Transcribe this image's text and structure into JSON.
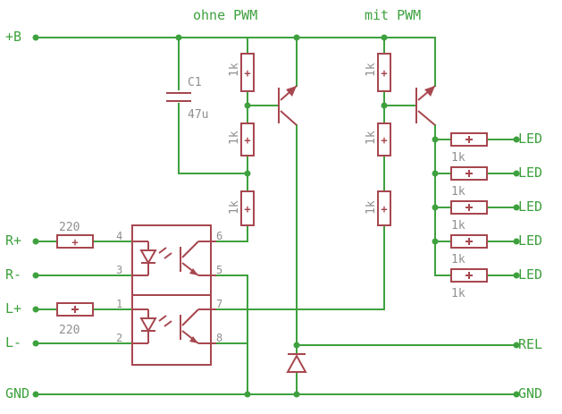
{
  "sections": {
    "left": "ohne PWM",
    "right": "mit PWM"
  },
  "nets": {
    "vplus": "+B",
    "r_plus": "R+",
    "r_minus": "R-",
    "l_plus": "L+",
    "l_minus": "L-",
    "gnd_left": "GND",
    "rel": "REL",
    "gnd_right": "GND",
    "led": [
      "LED",
      "LED",
      "LED",
      "LED",
      "LED"
    ]
  },
  "capacitor": {
    "name": "C1",
    "value": "47u"
  },
  "resistor_values": {
    "r_left": [
      "1k",
      "1k",
      "1k"
    ],
    "r_right": [
      "1k",
      "1k",
      "1k"
    ],
    "r_input_r": "220",
    "r_input_l": "220",
    "r_led": [
      "1k",
      "1k",
      "1k",
      "1k",
      "1k"
    ]
  },
  "optocoupler_pins": [
    "4",
    "3",
    "6",
    "5",
    "1",
    "2",
    "7",
    "8"
  ],
  "plus_marks": [
    "+",
    "+",
    "+",
    "+",
    "+",
    "+",
    "+"
  ],
  "colors": {
    "wire": "#3ea13e",
    "part": "#a7474f",
    "text": "#909090"
  }
}
